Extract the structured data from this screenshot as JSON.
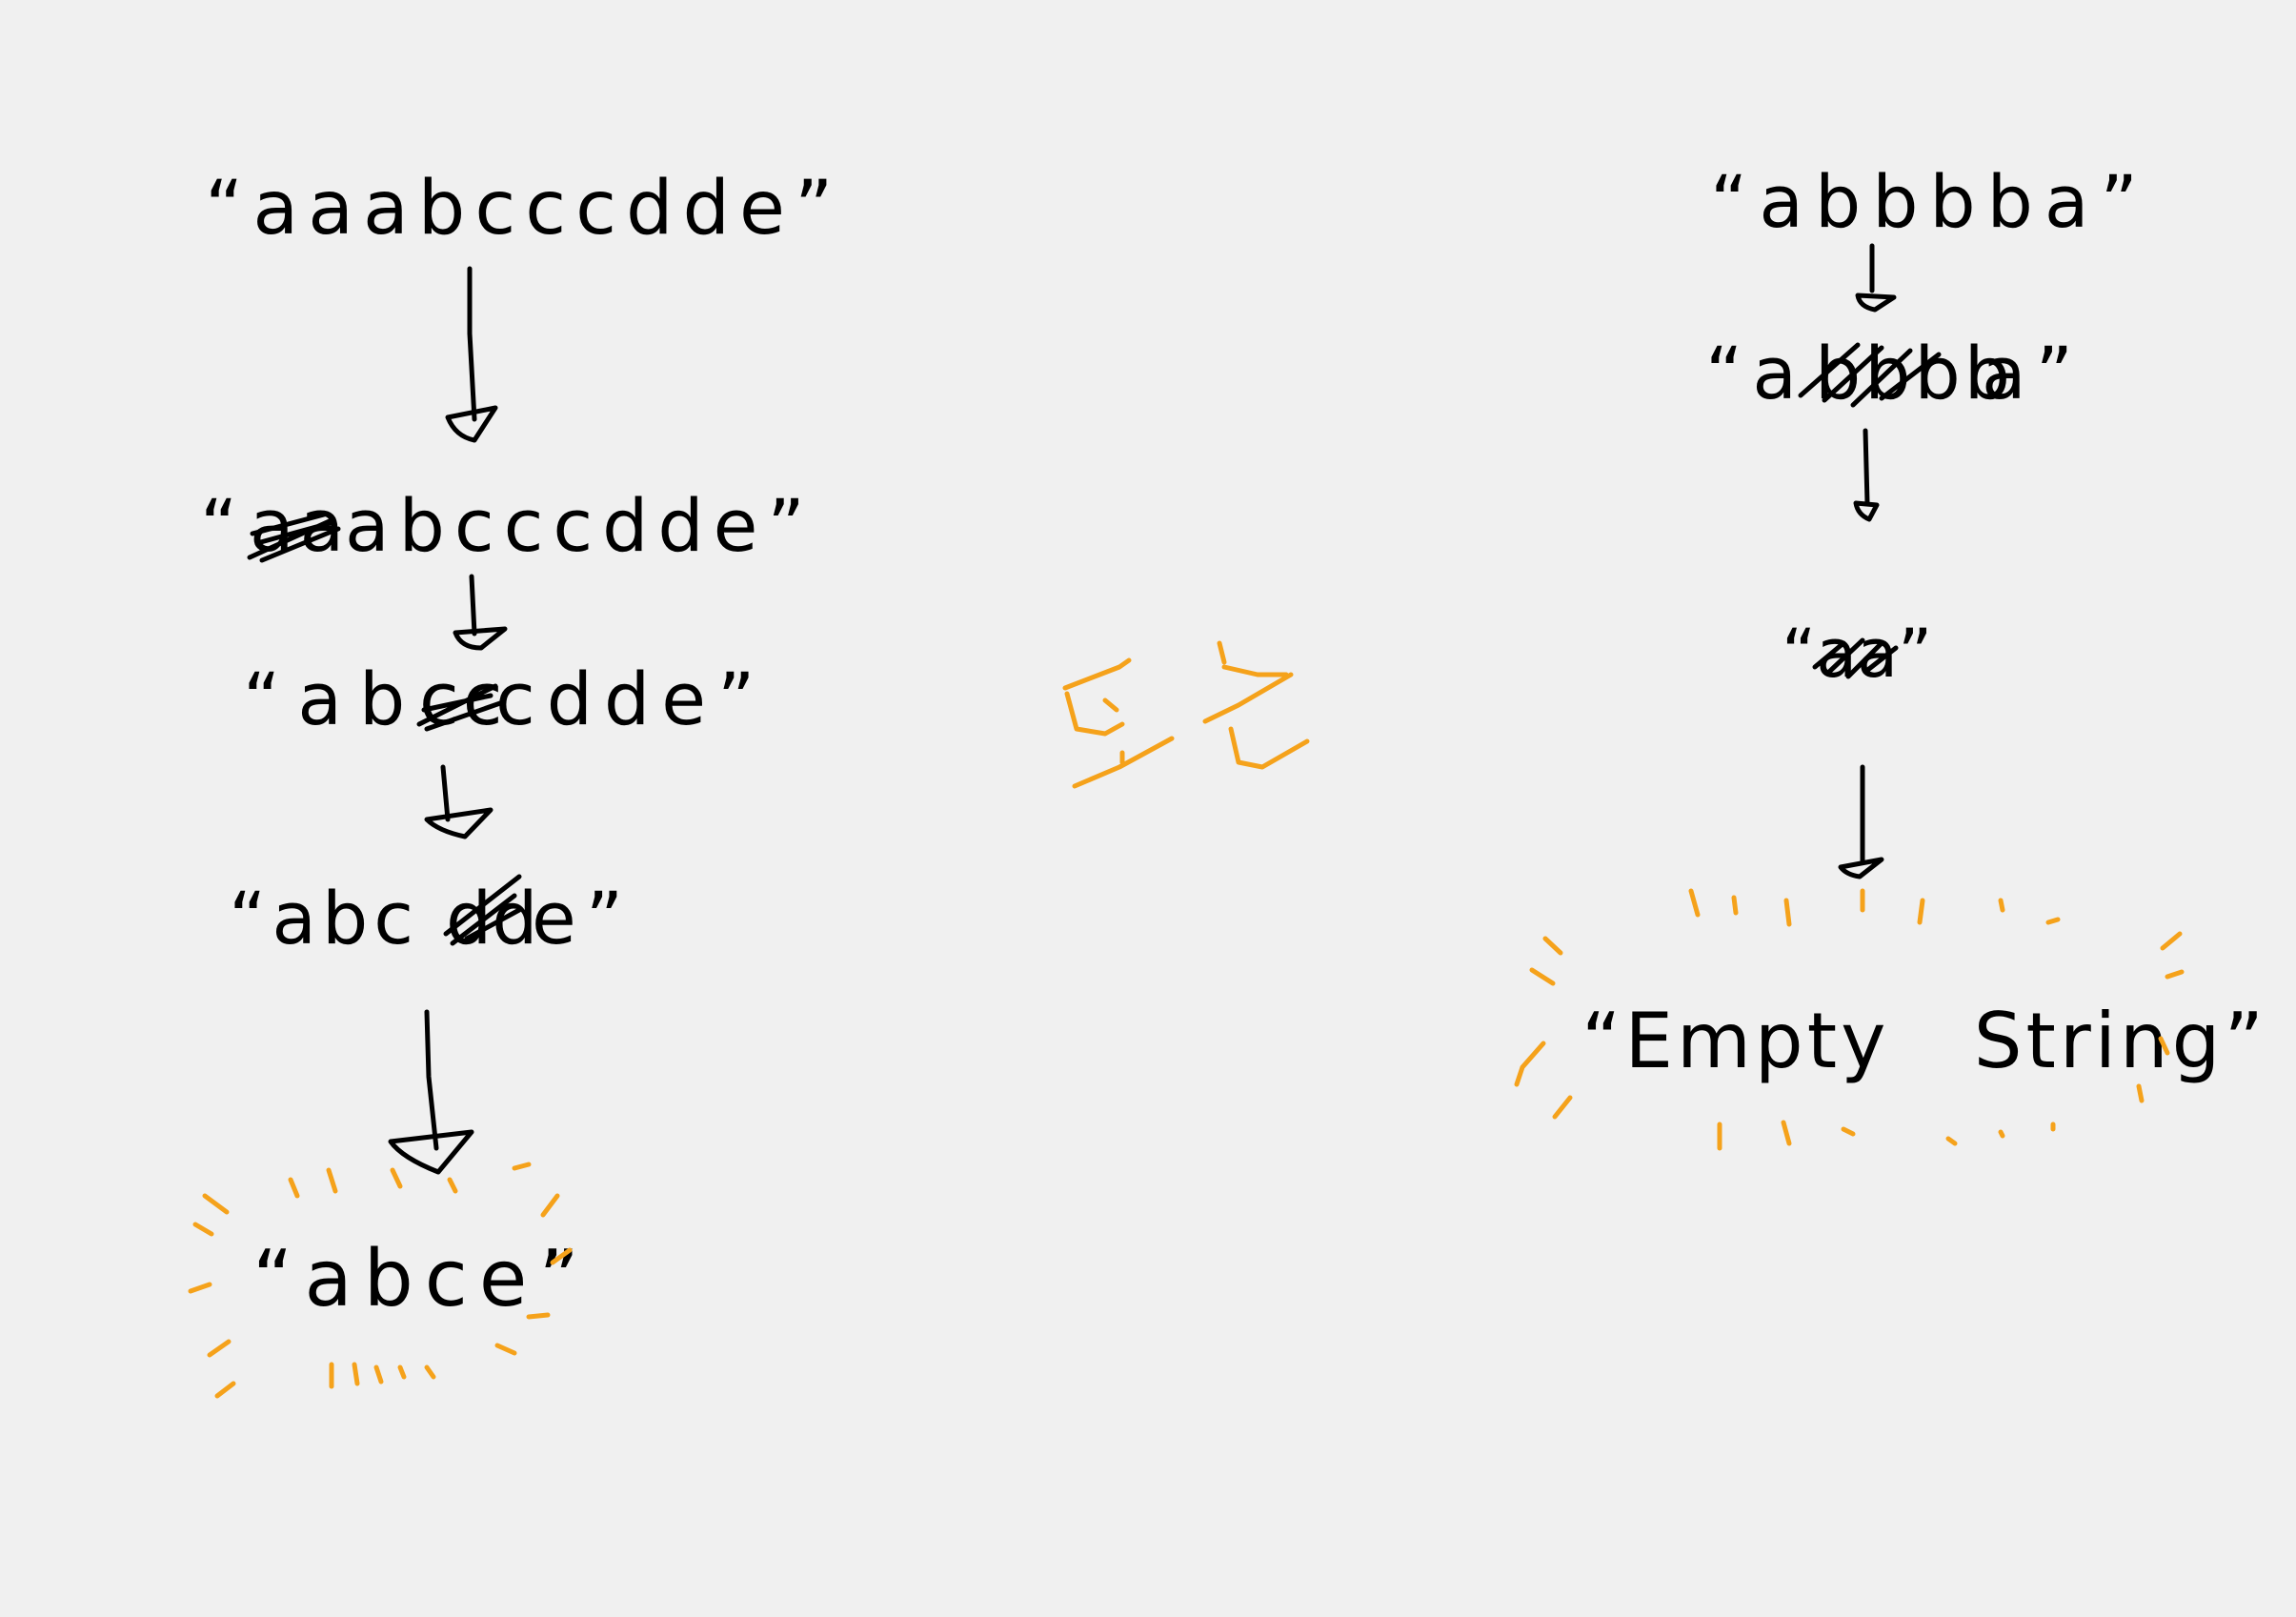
{
  "left_chain": {
    "step1": "“aaabcccdde”",
    "step2_prefix": "“",
    "step2_struck": "aa",
    "step2_rest": "abcccdde”",
    "step3_prefix": "“ab",
    "step3_struck": "cc",
    "step3_rest": "cdde”",
    "step4_prefix": "“abc",
    "step4_struck": "dd",
    "step4_rest": "e”",
    "result": "“abce”"
  },
  "right_chain": {
    "step1": "“abbbba”",
    "step2_prefix": "“a",
    "step2_struck": "bbbb",
    "step2_rest": "a”",
    "step3_struck": "“aa”",
    "result": "“Empty   String”"
  },
  "colors": {
    "ink": "#000000",
    "highlight": "#f5a21b",
    "background": "#f0f0f0"
  }
}
